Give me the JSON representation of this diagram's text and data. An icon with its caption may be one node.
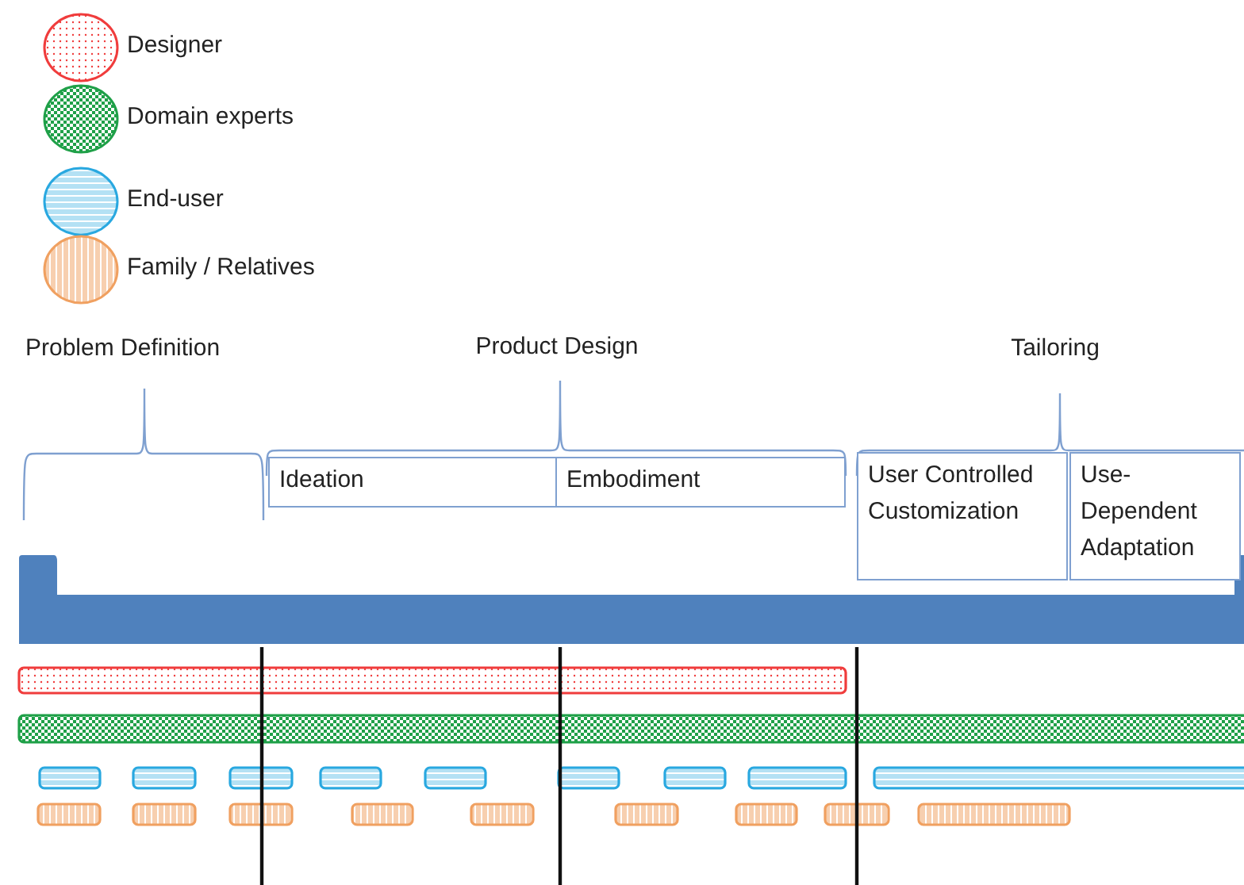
{
  "diagram": {
    "nodes": [
      {
        "text": [
          "Ideation"
        ]
      },
      {
        "text": [
          "Embodiment"
        ]
      },
      {
        "text": [
          "User Controlled Customization"
        ]
      },
      {
        "text": [
          "Use-Dependent Adaptation"
        ]
      },
      {
        "text": [],
        "shape": "bar"
      }
    ],
    "labels": [
      "Problem Definition",
      "Product Design",
      "Tailoring"
    ],
    "legend": [
      {
        "text": "Designer",
        "color": "#f03c3c"
      },
      {
        "text": "Domain experts",
        "color": "#1fa048"
      },
      {
        "text": "End-user",
        "color": "#29a8e0"
      },
      {
        "text": "Family / Relatives",
        "color": "#f0a060"
      }
    ]
  }
}
